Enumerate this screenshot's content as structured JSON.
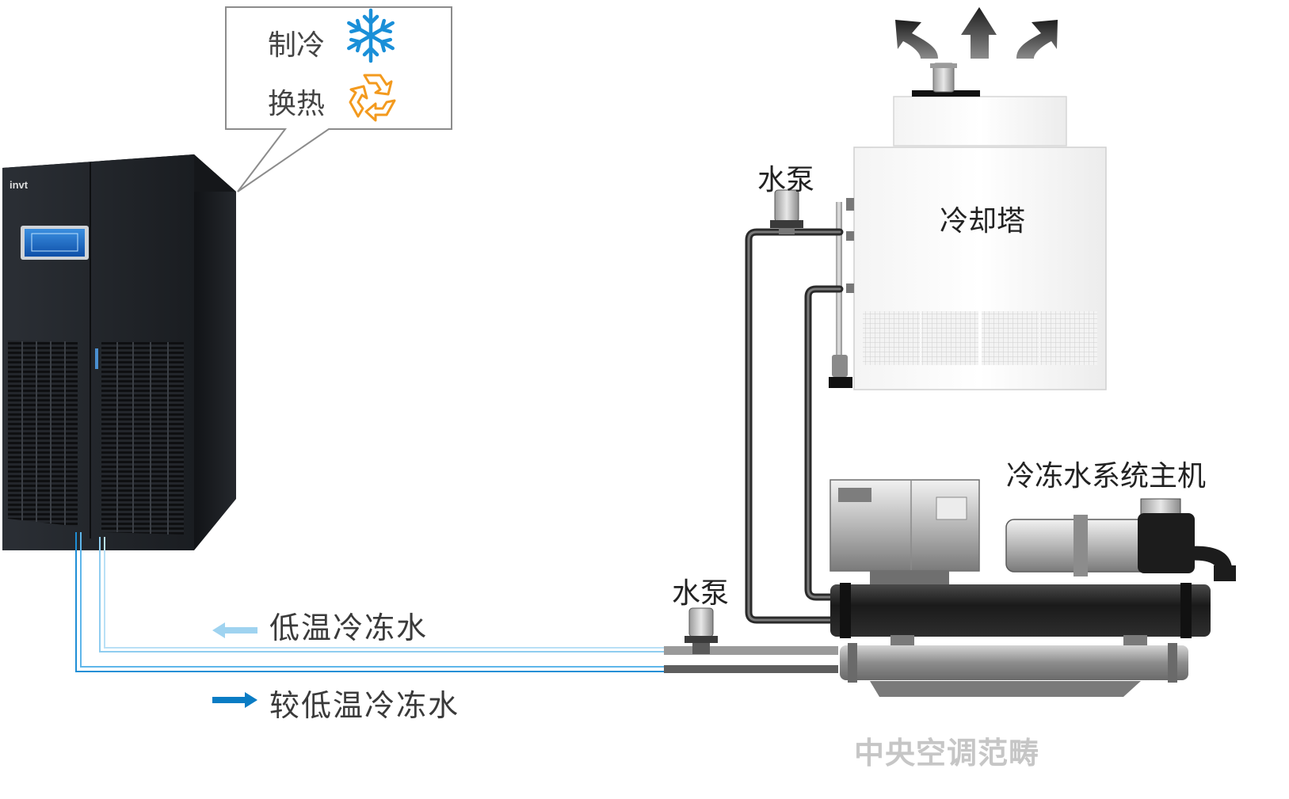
{
  "brand": "invt",
  "callout": {
    "items": [
      {
        "label": "制冷",
        "icon": "snowflake-icon"
      },
      {
        "label": "换热",
        "icon": "recycle-icon"
      }
    ]
  },
  "devices": {
    "cooling_tower": "冷却塔",
    "chiller": "冷冻水系统主机",
    "pump_top": "水泵",
    "pump_bottom": "水泵"
  },
  "legend": {
    "low_temp": {
      "label": "低温冷冻水",
      "arrow": "arrow-left-icon",
      "color": "#9fd3f0"
    },
    "lower_temp": {
      "label": "较低温冷冻水",
      "arrow": "arrow-right-icon",
      "color": "#0a7cc4"
    }
  },
  "caption": "中央空调范畴",
  "colors": {
    "snowflake": "#1a8fd8",
    "recycle": "#f39a1e",
    "pipe_light": "#8fcdf0",
    "pipe_dark": "#1f8fd6",
    "cabinet": "#1c1f24"
  }
}
